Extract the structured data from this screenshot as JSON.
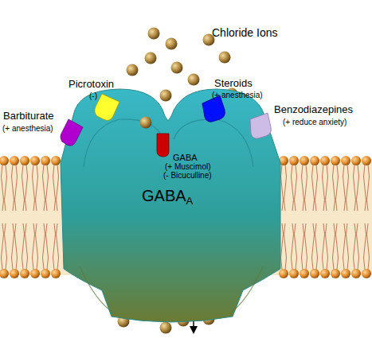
{
  "diagram": {
    "nodes": [
      {
        "text": [
          "GABA",
          "A"
        ]
      }
    ],
    "labels": [
      "Chloride Ions",
      "Picrotoxin",
      "(-)",
      "Barbiturate",
      "(+ anesthesia)",
      "Steroids",
      "(+ anesthesia)",
      "Benzodiazepines",
      "(+ reduce anxiety)",
      "GABA",
      "(+ Muscimol)",
      "(- Bicuculline)"
    ]
  }
}
